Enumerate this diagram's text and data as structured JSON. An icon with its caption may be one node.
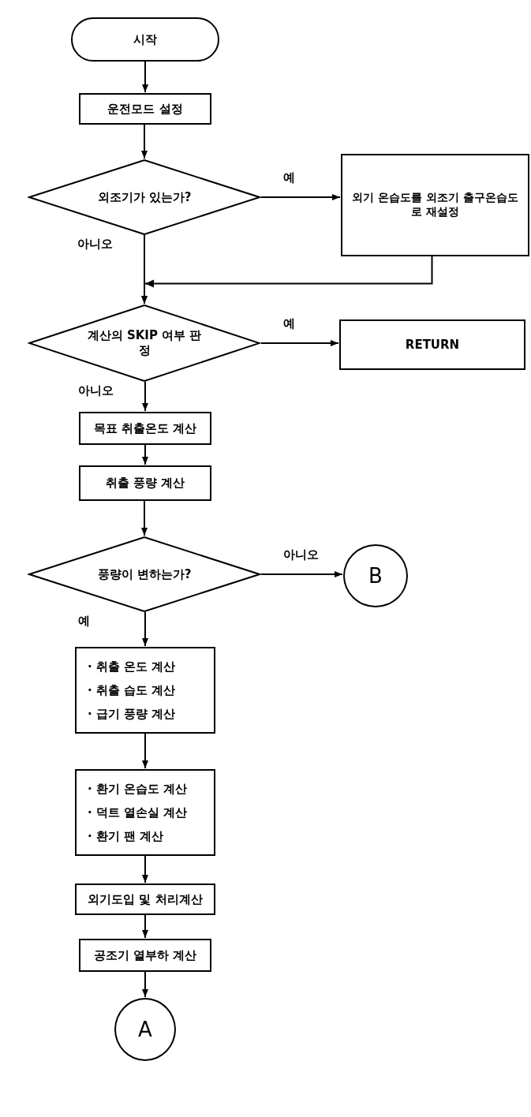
{
  "diagram": {
    "nodes": [
      {
        "text": [
          "시작"
        ]
      },
      {
        "text": [
          "운전모드 설정"
        ]
      },
      {
        "text": [
          "외조기가 있는가?"
        ]
      },
      {
        "text": [
          "외기 온습도를 외조기 출구온습도로 재설정"
        ]
      },
      {
        "text": [
          "계산의 SKIP 여부 판정"
        ]
      },
      {
        "text": [
          "RETURN"
        ]
      },
      {
        "text": [
          "목표 취출온도 계산"
        ]
      },
      {
        "text": [
          "취출 풍량 계산"
        ]
      },
      {
        "text": [
          "풍량이 변하는가?"
        ]
      },
      {
        "text": [
          "B"
        ]
      },
      {
        "text": [
          "· 취출 온도 계산",
          "· 취출 습도 계산",
          "· 급기 풍량 계산"
        ]
      },
      {
        "text": [
          "· 환기 온습도 계산",
          "· 덕트 열손실 계산",
          "· 환기 팬 계산"
        ]
      },
      {
        "text": [
          "외기도입 및 처리계산"
        ]
      },
      {
        "text": [
          "공조기 열부하 계산"
        ]
      },
      {
        "text": [
          "A"
        ]
      }
    ],
    "edges": [
      {
        "from": 0,
        "to": 1,
        "arrow": "to"
      },
      {
        "from": 1,
        "to": 2,
        "arrow": "to"
      },
      {
        "from": 2,
        "to": 3,
        "arrow": "to",
        "label": "예"
      },
      {
        "from": 3,
        "to": 4,
        "arrow": "to"
      },
      {
        "from": 2,
        "to": 4,
        "arrow": "to",
        "label": "아니오"
      },
      {
        "from": 4,
        "to": 5,
        "arrow": "to",
        "label": "예"
      },
      {
        "from": 4,
        "to": 6,
        "arrow": "to",
        "label": "아니오"
      },
      {
        "from": 6,
        "to": 7,
        "arrow": "to"
      },
      {
        "from": 7,
        "to": 8,
        "arrow": "to"
      },
      {
        "from": 8,
        "to": 9,
        "arrow": "to",
        "label": "아니오"
      },
      {
        "from": 8,
        "to": 10,
        "arrow": "to",
        "label": "예"
      },
      {
        "from": 10,
        "to": 11,
        "arrow": "to"
      },
      {
        "from": 11,
        "to": 12,
        "arrow": "to"
      },
      {
        "from": 12,
        "to": 13,
        "arrow": "to"
      },
      {
        "from": 13,
        "to": 14,
        "arrow": "to"
      }
    ]
  }
}
